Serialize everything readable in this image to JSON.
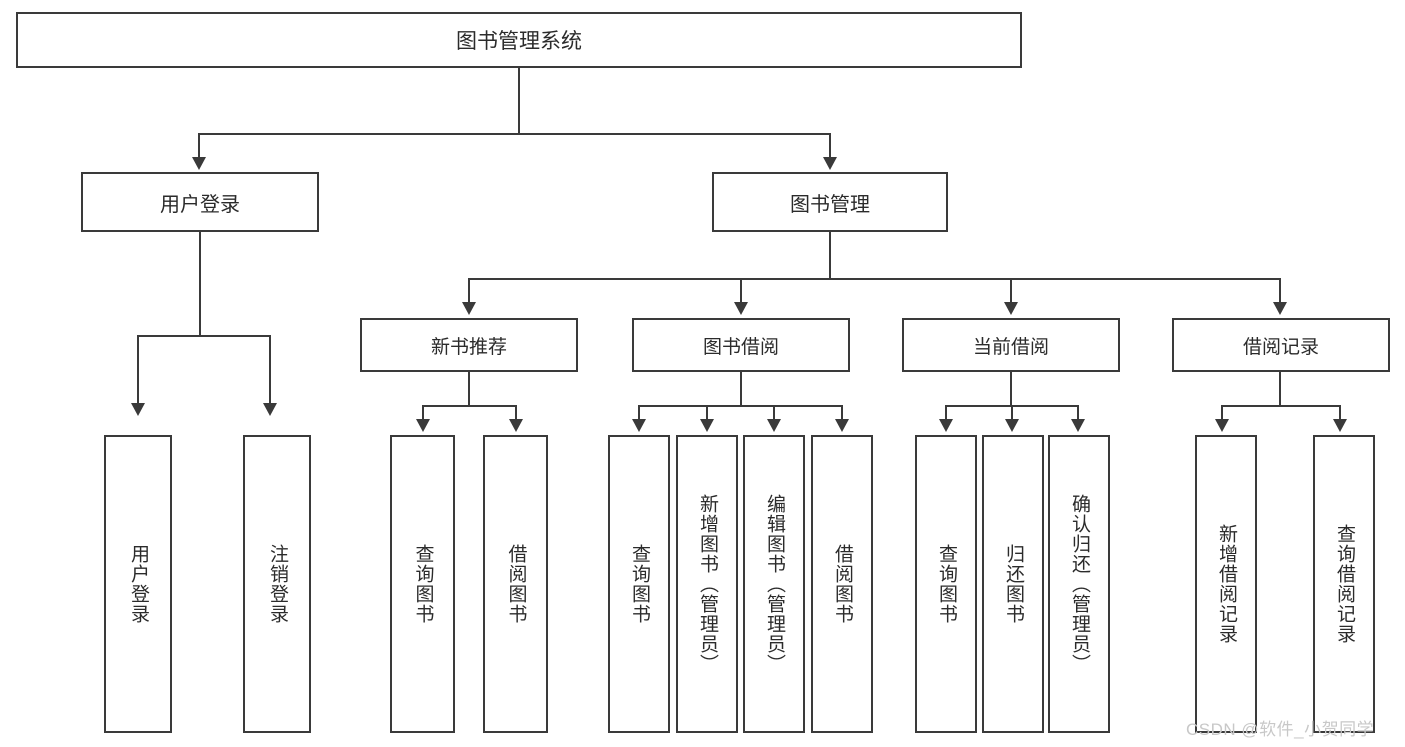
{
  "diagram": {
    "type": "hierarchy-tree",
    "title": "图书管理系统",
    "root": {
      "label": "图书管理系统",
      "name": "root-node-library-management-system"
    },
    "level1": [
      {
        "label": "用户登录",
        "name": "node-user-login"
      },
      {
        "label": "图书管理",
        "name": "node-book-management"
      }
    ],
    "level2": [
      {
        "label": "新书推荐",
        "name": "node-new-book-recommendation"
      },
      {
        "label": "图书借阅",
        "name": "node-book-borrowing"
      },
      {
        "label": "当前借阅",
        "name": "node-current-borrowing"
      },
      {
        "label": "借阅记录",
        "name": "node-borrowing-records"
      }
    ],
    "leaves": {
      "user_login": [
        {
          "label": "用户登录",
          "name": "leaf-user-login"
        },
        {
          "label": "注销登录",
          "name": "leaf-logout"
        }
      ],
      "new_book_recommendation": [
        {
          "label": "查询图书",
          "name": "leaf-query-books-recommend"
        },
        {
          "label": "借阅图书",
          "name": "leaf-borrow-books-recommend"
        }
      ],
      "book_borrowing": [
        {
          "label": "查询图书",
          "name": "leaf-query-books-borrow"
        },
        {
          "label": "新增图书（管理员）",
          "name": "leaf-add-book-admin"
        },
        {
          "label": "编辑图书（管理员）",
          "name": "leaf-edit-book-admin"
        },
        {
          "label": "借阅图书",
          "name": "leaf-borrow-books"
        }
      ],
      "current_borrowing": [
        {
          "label": "查询图书",
          "name": "leaf-query-books-current"
        },
        {
          "label": "归还图书",
          "name": "leaf-return-books"
        },
        {
          "label": "确认归还（管理员）",
          "name": "leaf-confirm-return-admin"
        }
      ],
      "borrowing_records": [
        {
          "label": "新增借阅记录",
          "name": "leaf-add-borrow-record"
        },
        {
          "label": "查询借阅记录",
          "name": "leaf-query-borrow-record"
        }
      ]
    }
  },
  "watermark": {
    "text": "CSDN @软件_小贺同学"
  },
  "colors": {
    "border": "#3a3a3a",
    "text": "#2b2b2b",
    "background": "#ffffff",
    "watermark": "#c8c8c8"
  }
}
